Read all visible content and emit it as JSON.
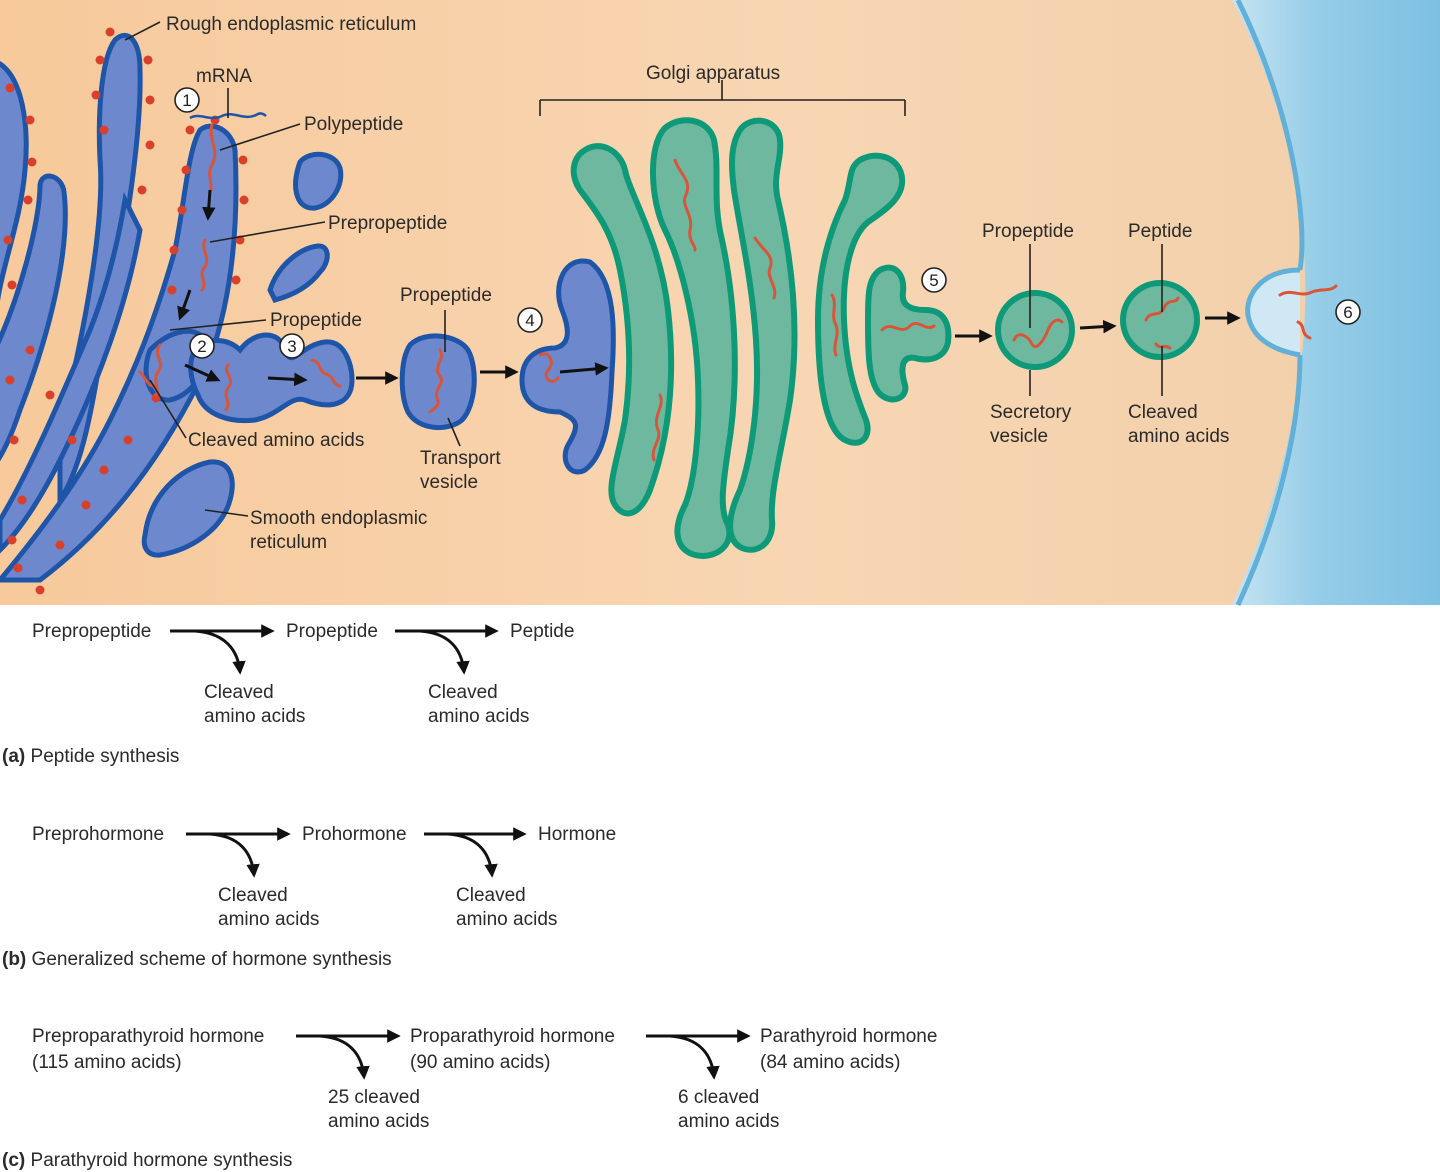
{
  "labels": {
    "rough_er": "Rough endoplasmic reticulum",
    "mrna": "mRNA",
    "polypeptide": "Polypeptide",
    "prepropeptide": "Prepropeptide",
    "propeptide_er": "Propeptide",
    "cleaved_er": "Cleaved amino acids",
    "smooth_er_1": "Smooth endoplasmic",
    "smooth_er_2": "reticulum",
    "propeptide_tv": "Propeptide",
    "transport_1": "Transport",
    "transport_2": "vesicle",
    "golgi": "Golgi apparatus",
    "propeptide_sv": "Propeptide",
    "secretory_1": "Secretory",
    "secretory_2": "vesicle",
    "peptide": "Peptide",
    "cleaved_sv_1": "Cleaved",
    "cleaved_sv_2": "amino acids"
  },
  "steps": [
    "1",
    "2",
    "3",
    "4",
    "5",
    "6"
  ],
  "schemes": [
    {
      "caption_letter": "(a)",
      "caption": "Peptide synthesis",
      "stage1": [
        "Prepropeptide"
      ],
      "stage2": [
        "Propeptide"
      ],
      "stage3": [
        "Peptide"
      ],
      "cleaved1": [
        "Cleaved",
        "amino acids"
      ],
      "cleaved2": [
        "Cleaved",
        "amino acids"
      ]
    },
    {
      "caption_letter": "(b)",
      "caption": "Generalized scheme of hormone synthesis",
      "stage1": [
        "Preprohormone"
      ],
      "stage2": [
        "Prohormone"
      ],
      "stage3": [
        "Hormone"
      ],
      "cleaved1": [
        "Cleaved",
        "amino acids"
      ],
      "cleaved2": [
        "Cleaved",
        "amino acids"
      ]
    },
    {
      "caption_letter": "(c)",
      "caption": "Parathyroid hormone synthesis",
      "stage1": [
        "Preproparathyroid hormone",
        "(115 amino acids)"
      ],
      "stage2": [
        "Proparathyroid hormone",
        "(90 amino acids)"
      ],
      "stage3": [
        "Parathyroid hormone",
        "(84 amino acids)"
      ],
      "cleaved1": [
        "25 cleaved",
        "amino acids"
      ],
      "cleaved2": [
        "6 cleaved",
        "amino acids"
      ]
    }
  ],
  "colors": {
    "cytoplasm": "#f6cfa4",
    "extracellular": "#86c6e4",
    "er_fill": "#6d88cc",
    "er_stroke": "#1e55a8",
    "golgi_fill": "#6fb8a0",
    "golgi_stroke": "#0e9a78",
    "peptide": "#d9553a",
    "ribosome": "#d9402a"
  }
}
